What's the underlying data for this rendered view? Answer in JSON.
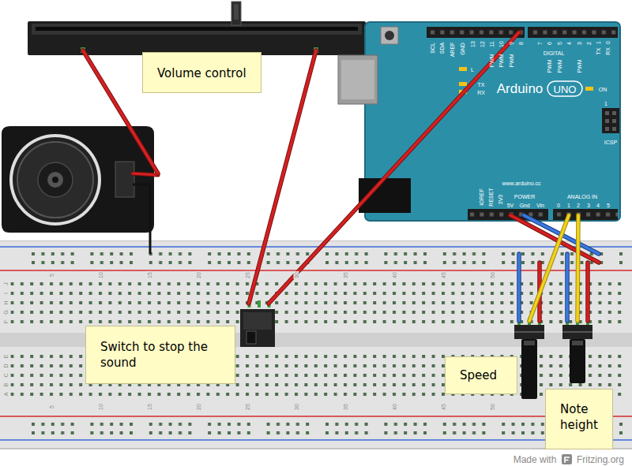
{
  "diagram": {
    "nodes": [
      {
        "text": [
          "Volume control"
        ]
      },
      {
        "text": [
          "Switch to stop the sound"
        ]
      },
      {
        "text": [
          "Speed"
        ]
      },
      {
        "text": [
          "Note height"
        ]
      }
    ],
    "labels": [
      "SCL",
      "SDA",
      "AREF",
      "GND",
      "13",
      "12",
      "11",
      "10",
      "9",
      "8",
      "DIGITAL",
      "7",
      "6",
      "5",
      "4",
      "3",
      "2",
      "TX",
      "1",
      "RX",
      "0",
      "PWM",
      "PWM",
      "PWM",
      "PWM",
      "PWM",
      "PWM",
      "L",
      "TX",
      "RX",
      "Arduino",
      "UNO",
      "ON",
      "1",
      "ICSP",
      "www.arduino.cc",
      "POWER",
      "ANALOG IN",
      "IOREF",
      "RESET",
      "3V3",
      "5V",
      "Gnd",
      "Vin",
      "0",
      "1",
      "2",
      "3",
      "4",
      "5",
      "5",
      "10",
      "15",
      "20",
      "25",
      "30",
      "35",
      "40",
      "45",
      "50",
      "5",
      "10",
      "15",
      "20",
      "25",
      "30",
      "35",
      "40",
      "45",
      "50",
      "J",
      "I",
      "H",
      "G",
      "F",
      "E",
      "D",
      "C",
      "B",
      "A",
      "Made with",
      "Fritzing.org"
    ]
  }
}
